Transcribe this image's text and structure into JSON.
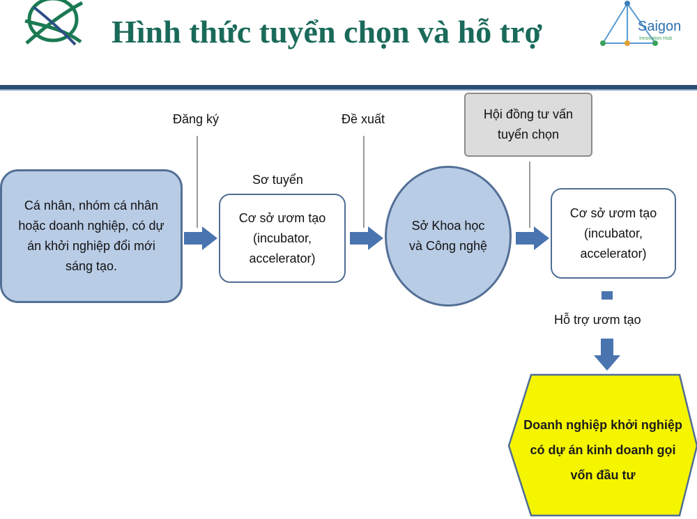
{
  "header": {
    "title": "Hình thức tuyển chọn và hỗ trợ",
    "right_logo_text": "Saigon",
    "right_logo_subtext": "Innovation Hub"
  },
  "flow": {
    "applicant": "Cá nhân, nhóm cá nhân hoặc doanh nghiệp, có dự án khởi nghiệp đổi mới sáng tạo.",
    "register_label": "Đăng ký",
    "prescreen_label": "Sơ tuyển",
    "incubator_1": "Cơ sở ươm tạo (incubator, accelerator)",
    "propose_label": "Đề xuất",
    "department": "Sở Khoa học và Công nghệ",
    "council": "Hội đồng tư vấn tuyển chọn",
    "incubator_2": "Cơ sở ươm tạo (incubator, accelerator)",
    "support_label": "Hỗ trợ ươm tạo",
    "outcome": "Doanh nghiệp khởi nghiệp có dự án kinh doanh gọi vốn đầu tư"
  },
  "colors": {
    "title": "#1a6a5a",
    "header_rule": "#2b4d72",
    "box_fill": "#b9cce6",
    "box_border": "#536f95",
    "arrow": "#4a74b0",
    "outcome_fill": "#f5f500"
  }
}
